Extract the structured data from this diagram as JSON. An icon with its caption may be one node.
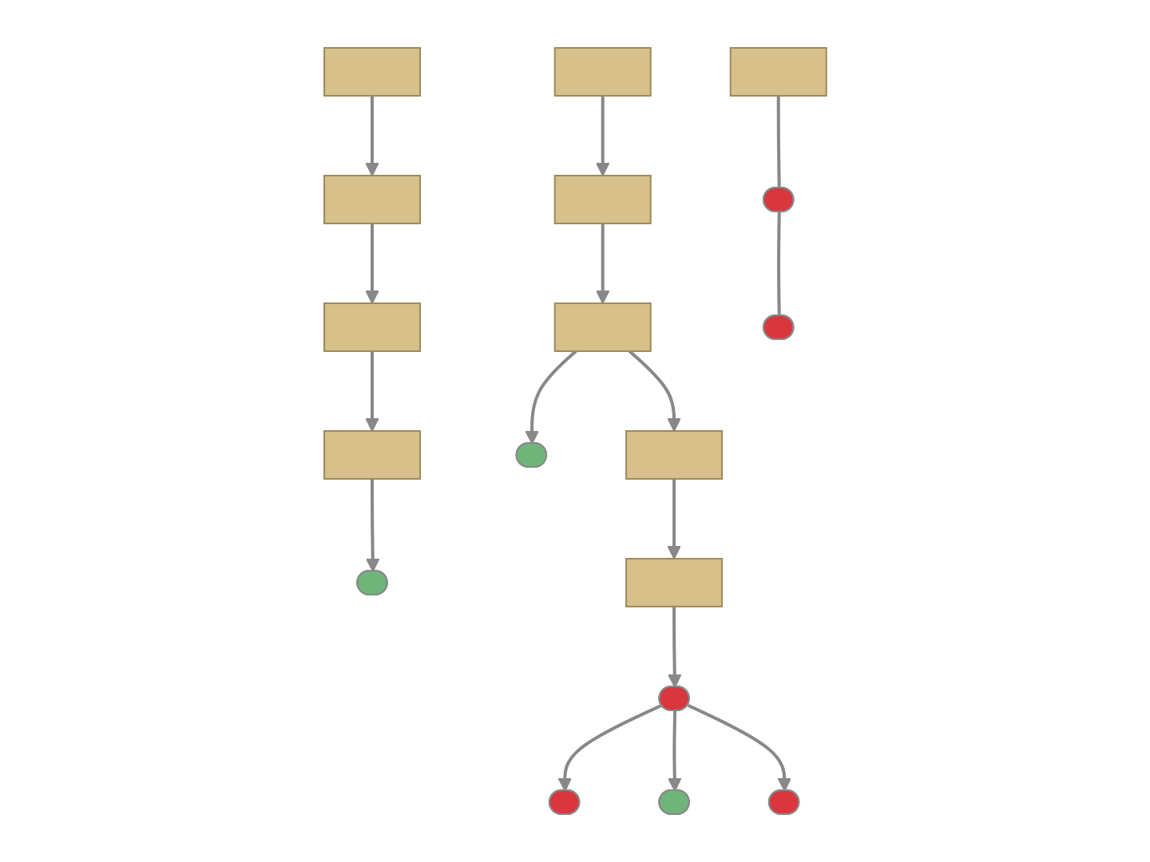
{
  "diagram": {
    "nodes": [
      {
        "text": [],
        "shape": "bar"
      },
      {
        "text": [],
        "shape": "bar"
      },
      {
        "text": [],
        "shape": "bar"
      },
      {
        "text": [],
        "shape": "bar"
      },
      {
        "text": [],
        "shape": "bar"
      },
      {
        "text": [],
        "shape": "bar"
      },
      {
        "text": [],
        "shape": "bar"
      },
      {
        "text": [],
        "shape": "bar"
      },
      {
        "text": [],
        "shape": "bar"
      },
      {
        "text": [],
        "shape": "bar"
      },
      {
        "text": [],
        "shape": "oval"
      },
      {
        "text": [],
        "shape": "oval"
      },
      {
        "text": [],
        "shape": "oval"
      },
      {
        "text": [],
        "shape": "oval"
      },
      {
        "text": [],
        "shape": "oval"
      },
      {
        "text": [],
        "shape": "oval"
      },
      {
        "text": [],
        "shape": "oval"
      },
      {
        "text": [],
        "shape": "oval"
      }
    ],
    "edges": [
      {
        "from": 1,
        "to": 3,
        "arrow": "to"
      },
      {
        "from": 3,
        "to": 4,
        "arrow": "to"
      },
      {
        "from": 4,
        "to": 5,
        "arrow": "to"
      },
      {
        "from": 5,
        "to": 15,
        "arrow": "to"
      },
      {
        "from": 0,
        "to": 2,
        "arrow": "to"
      },
      {
        "from": 2,
        "to": 6,
        "arrow": "to"
      },
      {
        "from": 6,
        "to": 16,
        "arrow": "to"
      },
      {
        "from": 6,
        "to": 8,
        "arrow": "to"
      },
      {
        "from": 8,
        "to": 9,
        "arrow": "to"
      },
      {
        "from": 9,
        "to": 12,
        "arrow": "to"
      },
      {
        "from": 12,
        "to": 13,
        "arrow": "to"
      },
      {
        "from": 12,
        "to": 17,
        "arrow": "to"
      },
      {
        "from": 12,
        "to": 14,
        "arrow": "to"
      },
      {
        "from": 7,
        "to": 10,
        "arrow": "none"
      },
      {
        "from": 10,
        "to": 11,
        "arrow": "none"
      }
    ]
  }
}
